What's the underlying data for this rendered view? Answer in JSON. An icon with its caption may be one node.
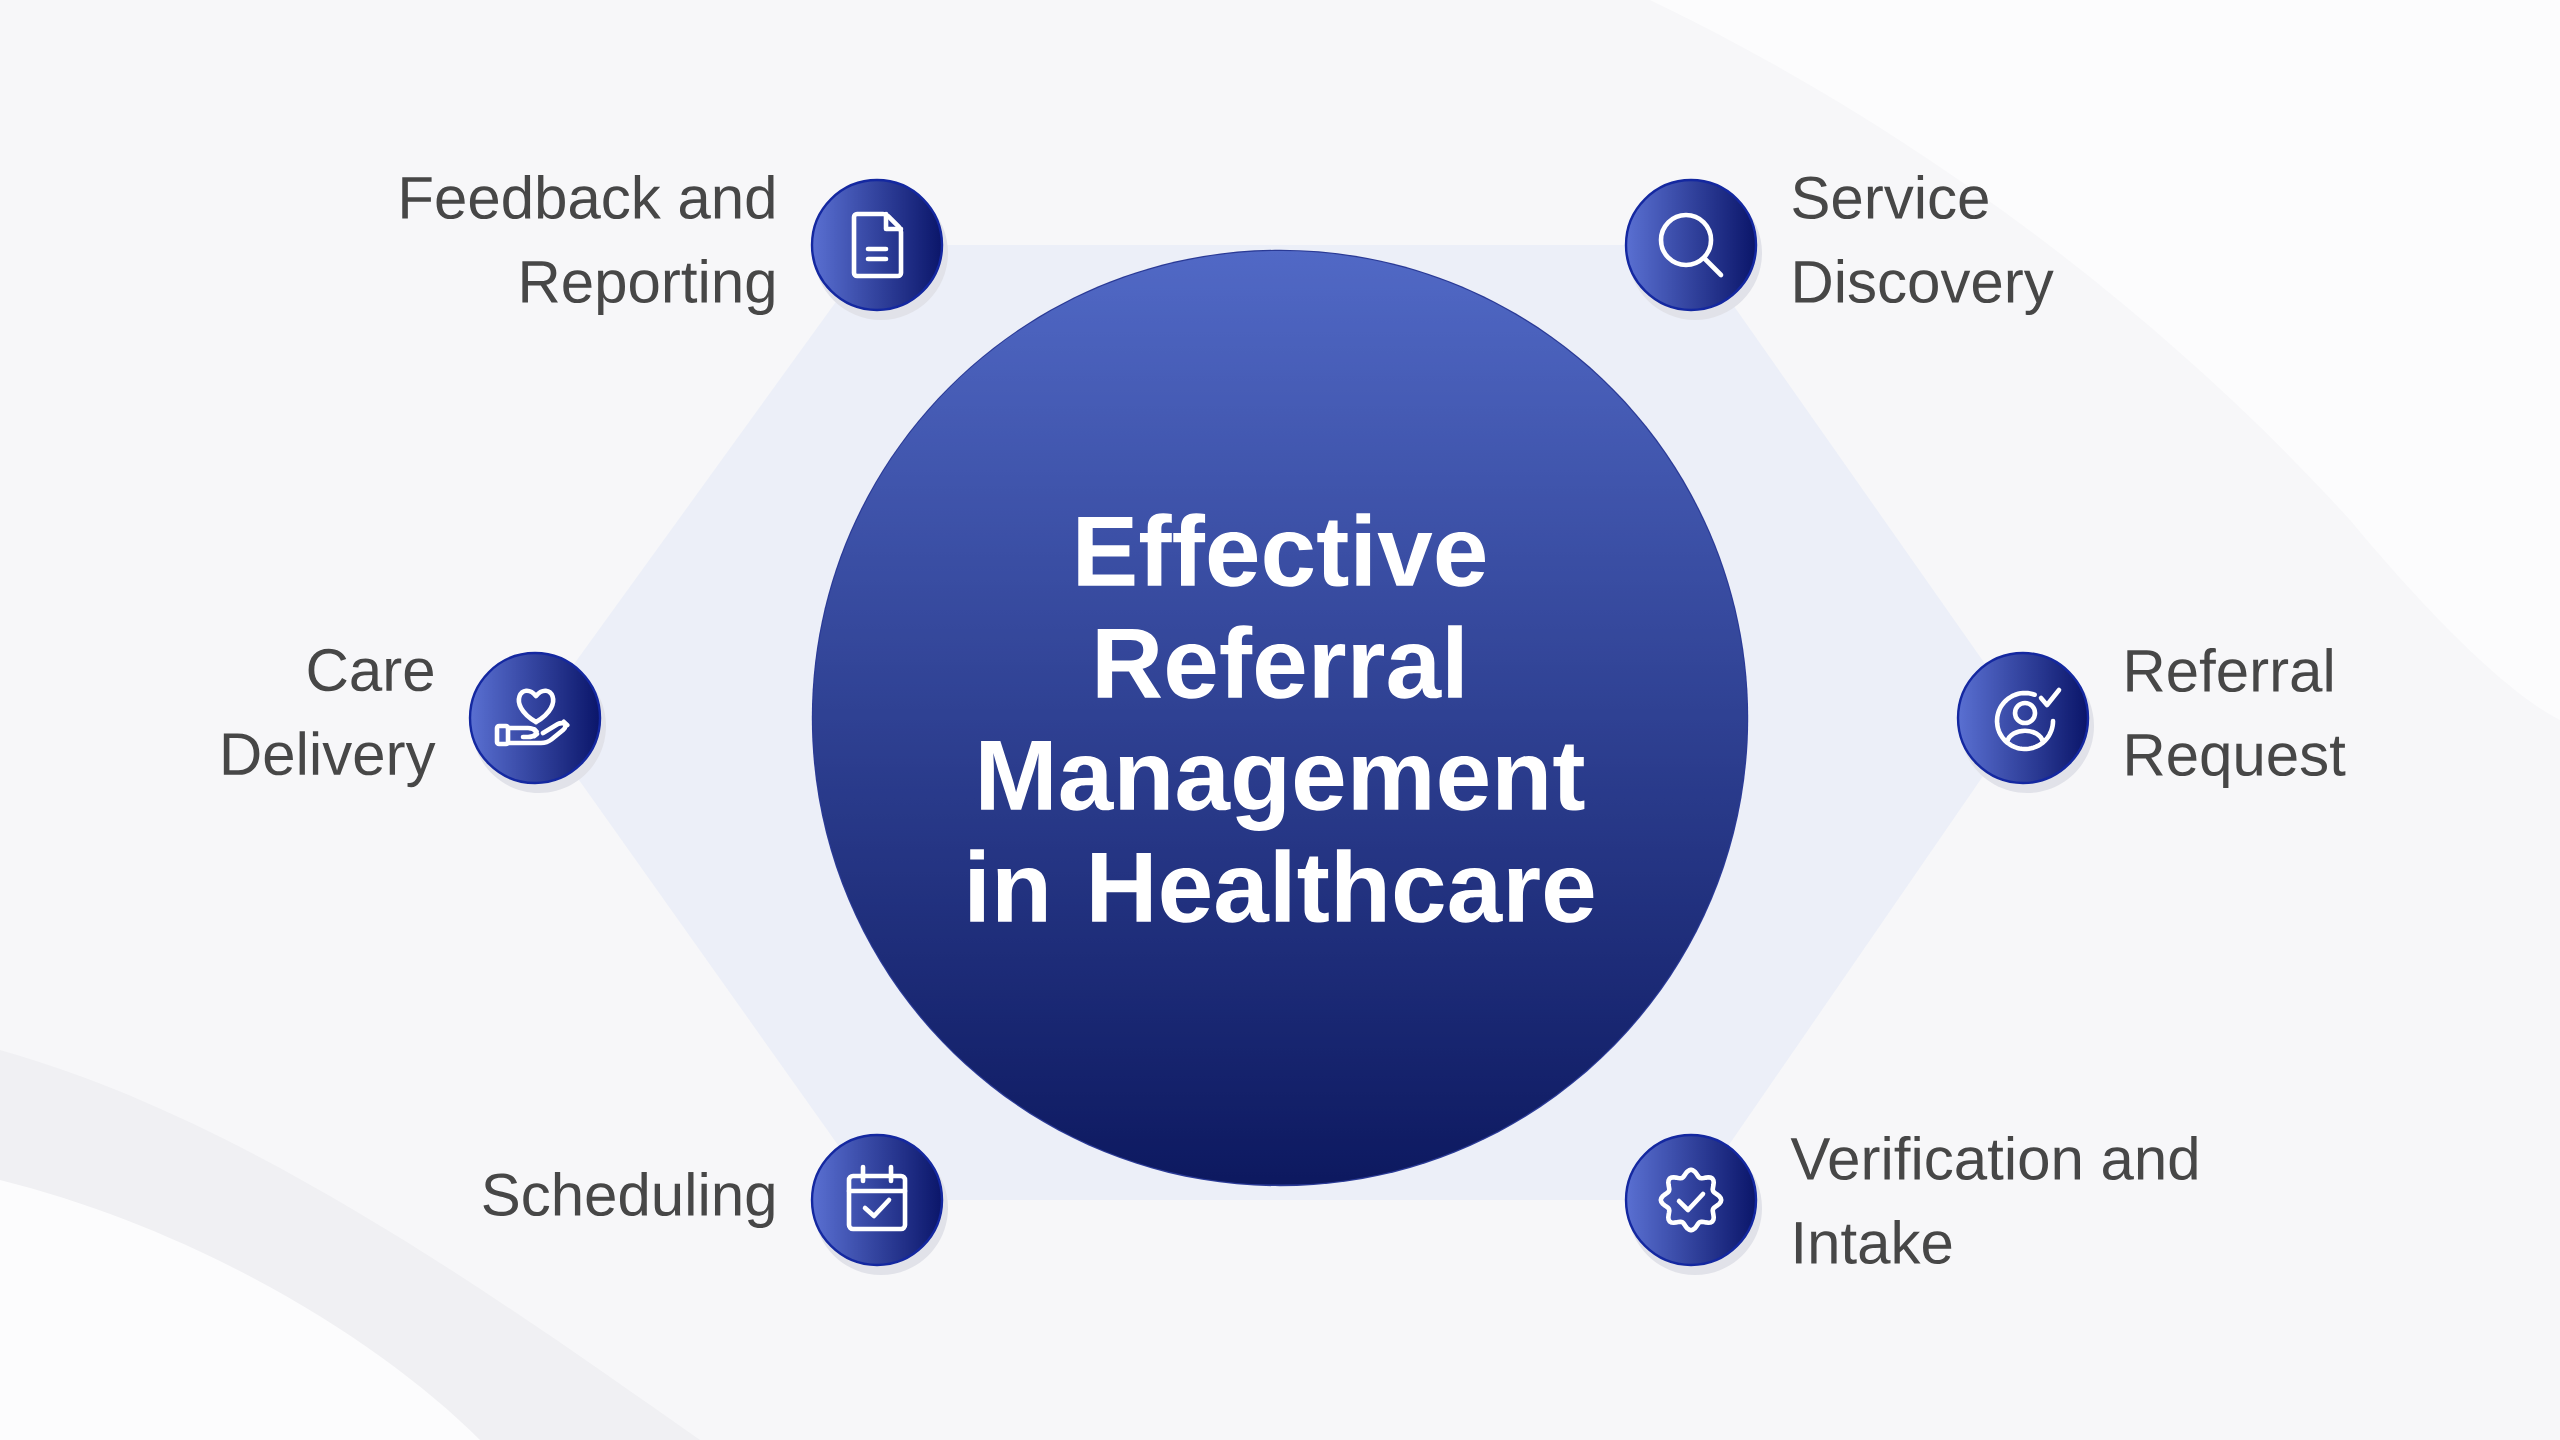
{
  "diagram": {
    "nodes": [
      {
        "text": [
          "Effective Referral Management in Healthcare"
        ]
      },
      {
        "text": [
          "Feedback and Reporting"
        ]
      },
      {
        "text": [
          "Service Discovery"
        ]
      },
      {
        "text": [
          "Care Delivery"
        ]
      },
      {
        "text": [
          "Referral Request"
        ]
      },
      {
        "text": [
          "Scheduling"
        ]
      },
      {
        "text": [
          "Verification and Intake"
        ]
      }
    ]
  }
}
